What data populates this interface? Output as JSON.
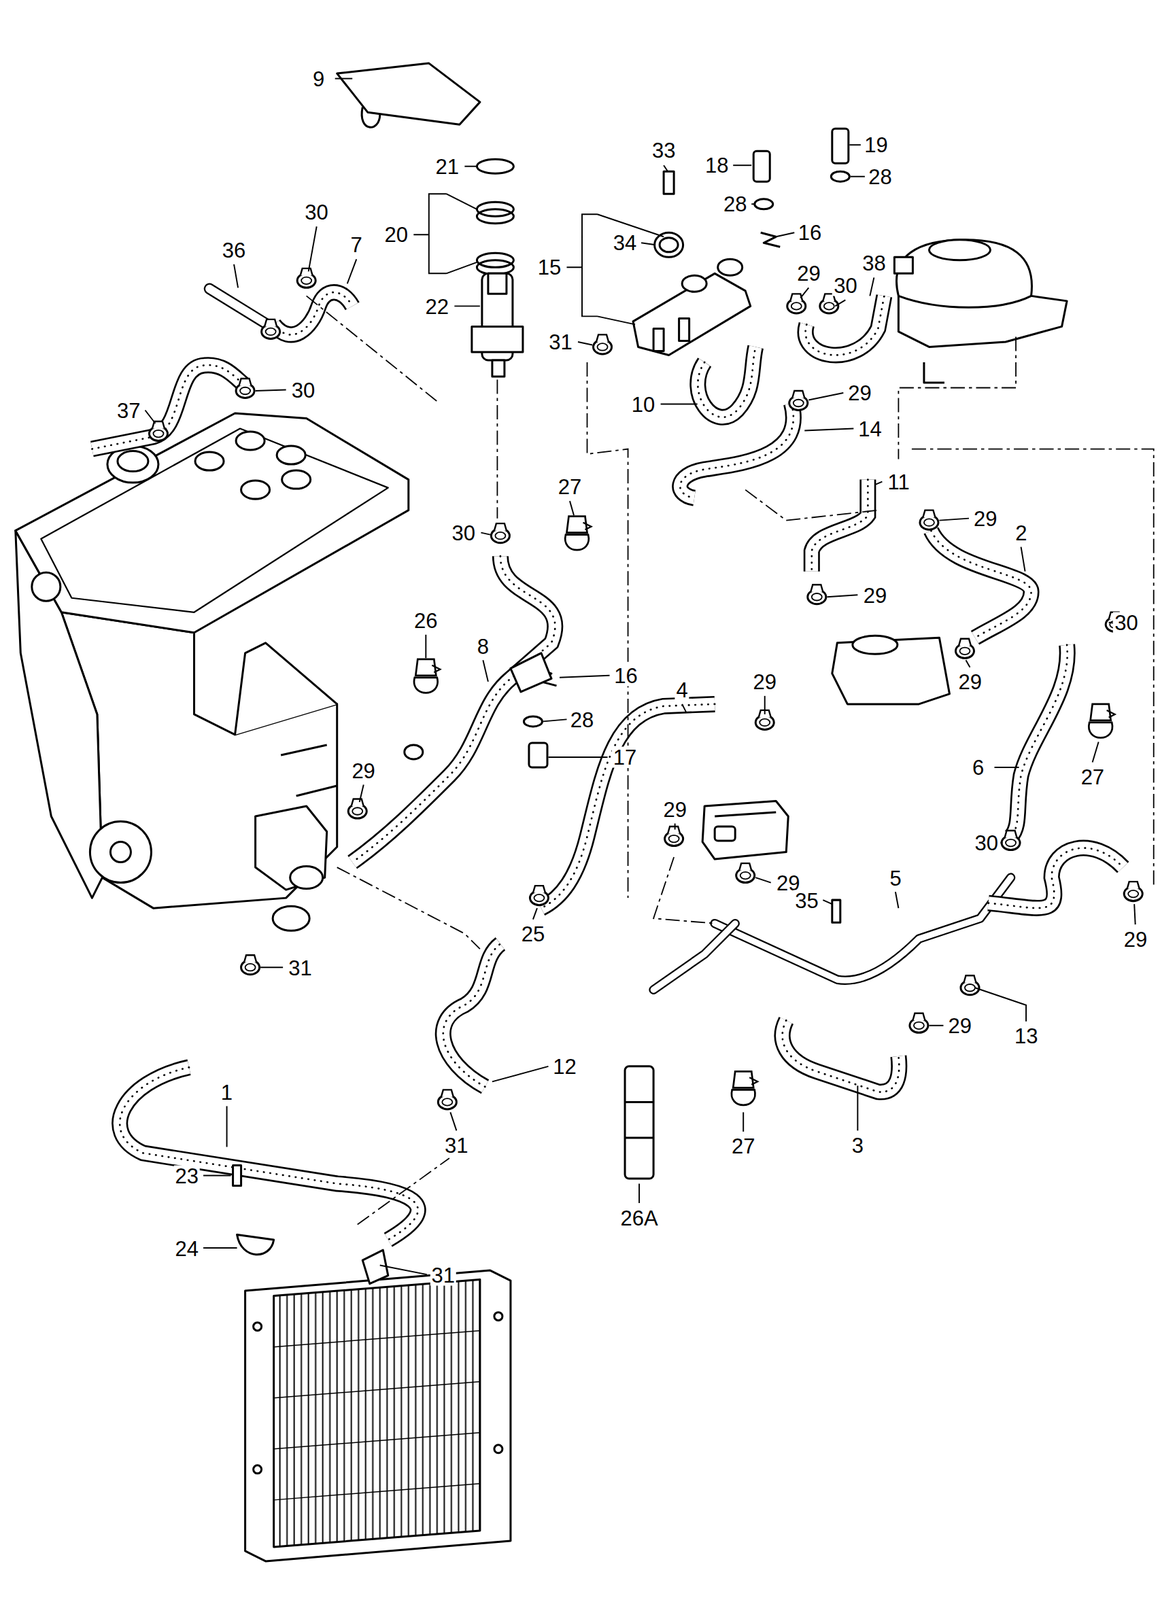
{
  "diagram": {
    "labels": [
      "9",
      "21",
      "19",
      "33",
      "18",
      "28",
      "28",
      "20",
      "16",
      "30",
      "30",
      "34",
      "15",
      "7",
      "36",
      "29",
      "38",
      "22",
      "31",
      "37",
      "30",
      "29",
      "10",
      "14",
      "11",
      "27",
      "29",
      "2",
      "30",
      "29",
      "26",
      "16",
      "30",
      "8",
      "29",
      "4",
      "29",
      "28",
      "17",
      "6",
      "27",
      "29",
      "29",
      "29",
      "30",
      "5",
      "35",
      "29",
      "25",
      "31",
      "29",
      "13",
      "12",
      "1",
      "31",
      "27",
      "3",
      "23",
      "24",
      "26A",
      "31"
    ]
  }
}
